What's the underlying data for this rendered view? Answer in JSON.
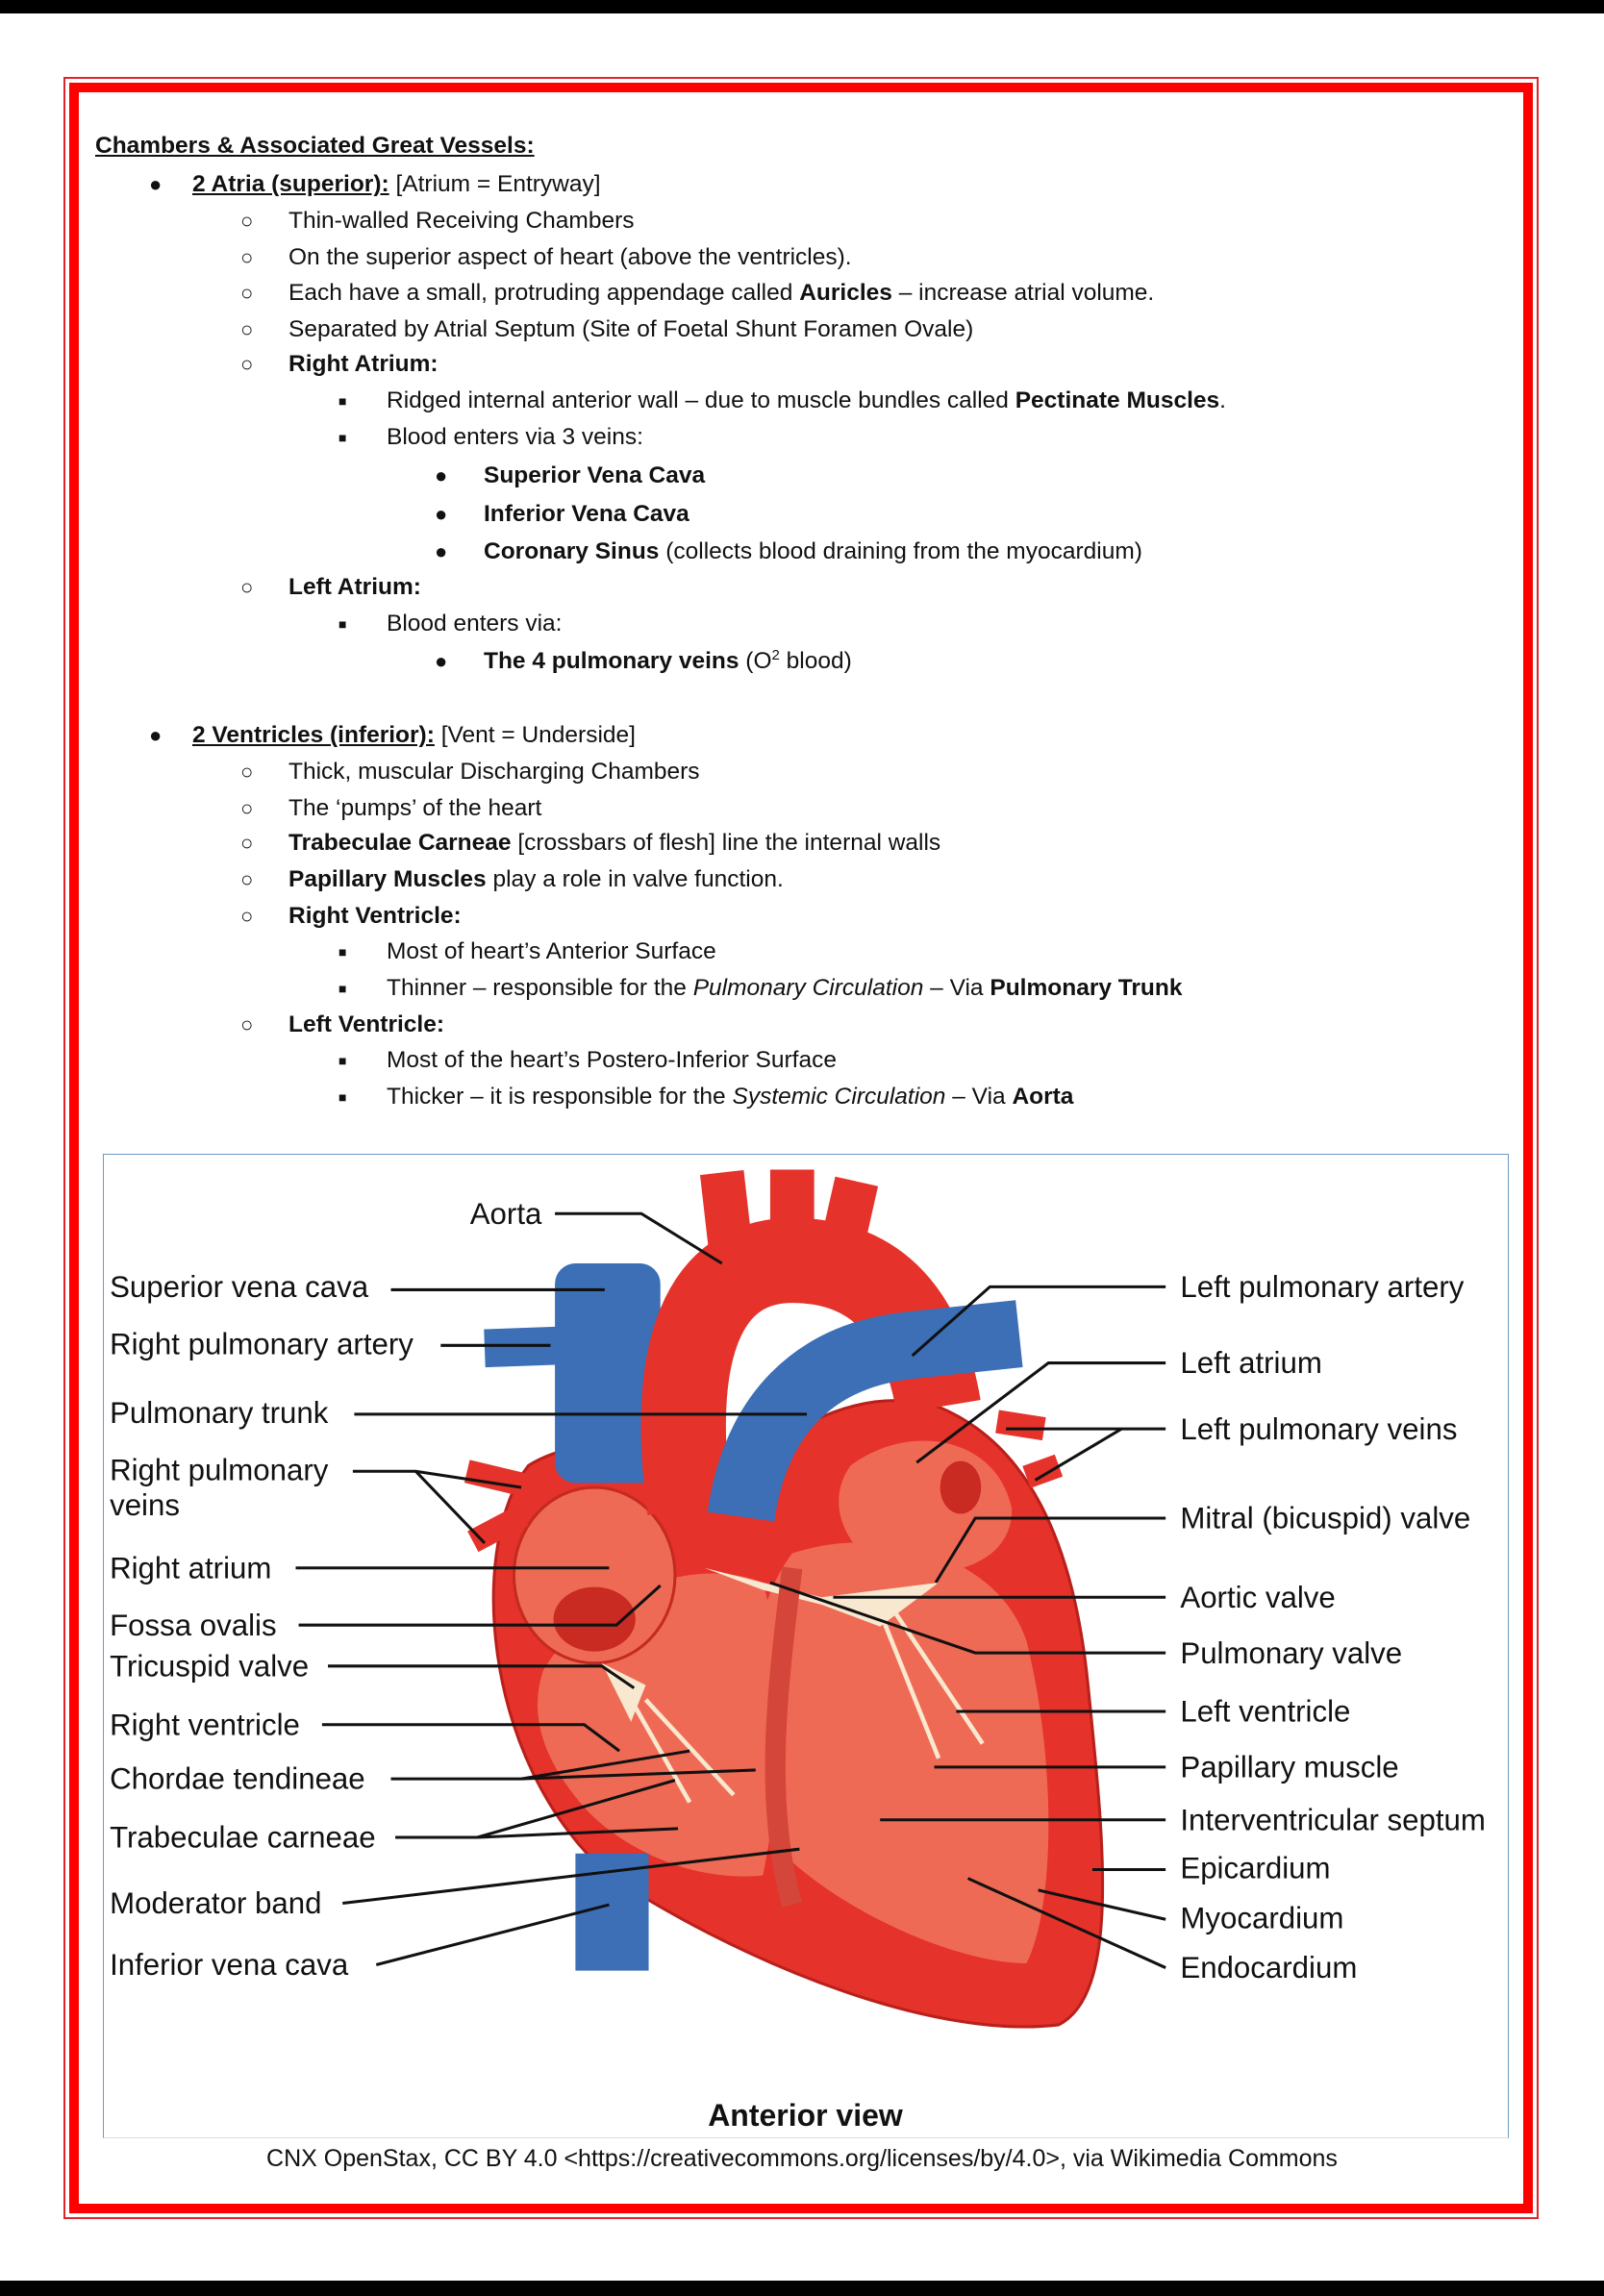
{
  "heading": "Chambers & Associated Great Vessels:",
  "lines": [
    {
      "level": 1,
      "parts": [
        {
          "t": "2 Atria (superior):",
          "s": "b u"
        },
        {
          "t": " [Atrium = Entryway]",
          "s": ""
        }
      ]
    },
    {
      "level": 2,
      "parts": [
        {
          "t": "Thin-walled Receiving Chambers",
          "s": ""
        }
      ]
    },
    {
      "level": 2,
      "parts": [
        {
          "t": "On the superior aspect of heart (above the ventricles).",
          "s": ""
        }
      ]
    },
    {
      "level": 2,
      "parts": [
        {
          "t": "Each have a small, protruding appendage called ",
          "s": ""
        },
        {
          "t": "Auricles",
          "s": "b"
        },
        {
          "t": " – increase atrial volume.",
          "s": ""
        }
      ]
    },
    {
      "level": 2,
      "parts": [
        {
          "t": "Separated by Atrial Septum (Site of Foetal Shunt Foramen Ovale)",
          "s": ""
        }
      ]
    },
    {
      "level": 2,
      "parts": [
        {
          "t": "Right Atrium:",
          "s": "b"
        }
      ]
    },
    {
      "level": 3,
      "parts": [
        {
          "t": "Ridged internal anterior wall – due to muscle bundles called ",
          "s": ""
        },
        {
          "t": "Pectinate Muscles",
          "s": "b"
        },
        {
          "t": ".",
          "s": ""
        }
      ]
    },
    {
      "level": 3,
      "parts": [
        {
          "t": "Blood enters via 3 veins:",
          "s": ""
        }
      ]
    },
    {
      "level": 4,
      "parts": [
        {
          "t": "Superior Vena Cava",
          "s": "b"
        }
      ]
    },
    {
      "level": 4,
      "parts": [
        {
          "t": "Inferior Vena Cava",
          "s": "b"
        }
      ]
    },
    {
      "level": 4,
      "parts": [
        {
          "t": "Coronary Sinus",
          "s": "b"
        },
        {
          "t": " (collects blood draining from the myocardium)",
          "s": ""
        }
      ]
    },
    {
      "level": 2,
      "parts": [
        {
          "t": "Left Atrium:",
          "s": "b"
        }
      ]
    },
    {
      "level": 3,
      "parts": [
        {
          "t": "Blood enters via:",
          "s": ""
        }
      ]
    },
    {
      "level": 4,
      "parts": [
        {
          "t": "The 4 pulmonary veins",
          "s": "b"
        },
        {
          "t": " (O",
          "s": ""
        },
        {
          "t": "2",
          "s": "sup"
        },
        {
          "t": " blood)",
          "s": ""
        }
      ]
    },
    {
      "level": 1,
      "parts": [
        {
          "t": "2 Ventricles (inferior):",
          "s": "b u"
        },
        {
          "t": " [Vent = Underside]",
          "s": ""
        }
      ]
    },
    {
      "level": 2,
      "parts": [
        {
          "t": "Thick, muscular Discharging Chambers",
          "s": ""
        }
      ]
    },
    {
      "level": 2,
      "parts": [
        {
          "t": "The ‘pumps’ of the heart",
          "s": ""
        }
      ]
    },
    {
      "level": 2,
      "parts": [
        {
          "t": "Trabeculae Carneae",
          "s": "b"
        },
        {
          "t": " [crossbars of flesh] line the internal walls",
          "s": ""
        }
      ]
    },
    {
      "level": 2,
      "parts": [
        {
          "t": "Papillary Muscles",
          "s": "b"
        },
        {
          "t": " play a role in valve function.",
          "s": ""
        }
      ]
    },
    {
      "level": 2,
      "parts": [
        {
          "t": "Right Ventricle:",
          "s": "b"
        }
      ]
    },
    {
      "level": 3,
      "parts": [
        {
          "t": "Most of heart’s Anterior Surface",
          "s": ""
        }
      ]
    },
    {
      "level": 3,
      "parts": [
        {
          "t": "Thinner – responsible for the ",
          "s": ""
        },
        {
          "t": "Pulmonary Circulation",
          "s": "i"
        },
        {
          "t": " – Via ",
          "s": ""
        },
        {
          "t": "Pulmonary Trunk",
          "s": "b"
        }
      ]
    },
    {
      "level": 2,
      "parts": [
        {
          "t": "Left Ventricle:",
          "s": "b"
        }
      ]
    },
    {
      "level": 3,
      "parts": [
        {
          "t": "Most of the heart’s Postero-Inferior Surface",
          "s": ""
        }
      ]
    },
    {
      "level": 3,
      "parts": [
        {
          "t": "Thicker – it is responsible for the ",
          "s": ""
        },
        {
          "t": "Systemic Circulation",
          "s": "i"
        },
        {
          "t": " – Via ",
          "s": ""
        },
        {
          "t": "Aorta",
          "s": "b"
        }
      ]
    }
  ],
  "bullets": {
    "1": "●",
    "2": "○",
    "3": "■",
    "4": "●"
  },
  "diagram": {
    "aorta": "Aorta",
    "left_labels": [
      "Superior vena cava",
      "Right pulmonary artery",
      "Pulmonary trunk",
      "Right pulmonary",
      "veins",
      "Right atrium",
      "Fossa ovalis",
      "Tricuspid valve",
      "Right ventricle",
      "Chordae tendineae",
      "Trabeculae carneae",
      "Moderator band",
      "Inferior vena cava"
    ],
    "right_labels": [
      "Left pulmonary artery",
      "Left atrium",
      "Left pulmonary veins",
      "Mitral (bicuspid) valve",
      "Aortic valve",
      "Pulmonary valve",
      "Left ventricle",
      "Papillary muscle",
      "Interventricular septum",
      "Epicardium",
      "Myocardium",
      "Endocardium"
    ],
    "caption": "Anterior view",
    "colors": {
      "red": "#e5322a",
      "muscle": "#ef6a55",
      "blue": "#3d6fb6",
      "valve": "#f7e8cf"
    }
  },
  "credit": "CNX OpenStax, CC BY 4.0 <https://creativecommons.org/licenses/by/4.0>, via Wikimedia Commons",
  "frame_color": "#ff0000"
}
